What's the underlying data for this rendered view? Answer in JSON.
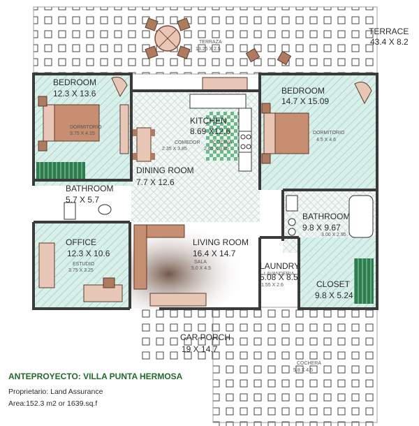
{
  "rooms": {
    "terrace": {
      "name": "TERRACE",
      "size": "43.4 X 8.2",
      "sub_name": "TERRAZA",
      "sub_size": "13.25 X 2.5"
    },
    "bedroom1": {
      "name": "BEDROOM",
      "size": "12.3 X 13.6",
      "sub_name": "DORMITORIO",
      "sub_size": "3.75 X 4.15"
    },
    "kitchen": {
      "name": "KITCHEN",
      "size": "8.69 X12.6",
      "sub_name": "COCINA",
      "sub_size": "2.65 X 3.85"
    },
    "dining": {
      "name": "DINING ROOM",
      "size": "7.7 X 12.6",
      "sub_name": "COMEDOR",
      "sub_size": "2.35 X 3.85"
    },
    "bedroom2": {
      "name": "BEDROOM",
      "size": "14.7 X 15.09",
      "sub_name": "DORMITORIO",
      "sub_size": "4.5 X 4.6"
    },
    "bathroom1": {
      "name": "BATHROOM",
      "size": "5.7 X 5.7"
    },
    "bathroom2": {
      "name": "BATHROOM",
      "size": "9.8 X 9.67",
      "sub_size": "3.00 X 2.95"
    },
    "office": {
      "name": "OFFICE",
      "size": "12.3 X 10.6",
      "sub_name": "ESTUDIO",
      "sub_size": "3.75 X 3.25"
    },
    "living": {
      "name": "LIVING ROOM",
      "size": "16.4 X 14.7",
      "sub_name": "SALA",
      "sub_size": "5.0 X 4.5"
    },
    "laundry": {
      "name": "LAUNDRY",
      "size": "5.08 X 8.5",
      "sub_name": "LAVANDERIA",
      "sub_size": "1.55 X 2.6"
    },
    "closet": {
      "name": "CLOSET",
      "size": "9.8 X 5.24"
    },
    "carporch": {
      "name": "CAR PORCH",
      "size": "19 X 14.7",
      "sub_name": "COCHERA",
      "sub_size": "5.8 X 4.5"
    }
  },
  "info": {
    "title": "ANTEPROYECTO: VILLA PUNTA HERMOSA",
    "owner": "Proprietario: Land Assurance",
    "area": "Area:152.3 m2  or 1639.sq.f"
  },
  "colors": {
    "wall": "#3a3a3a",
    "teal": "#cfe9e4",
    "teal_dark": "#8cc9bd",
    "green": "#2e8b57",
    "floor": "#ffffff",
    "tile": "#555555",
    "furniture_brown": "#b07a5e",
    "furniture_light": "#e9c7b6",
    "title_green": "#1f6b2a"
  }
}
